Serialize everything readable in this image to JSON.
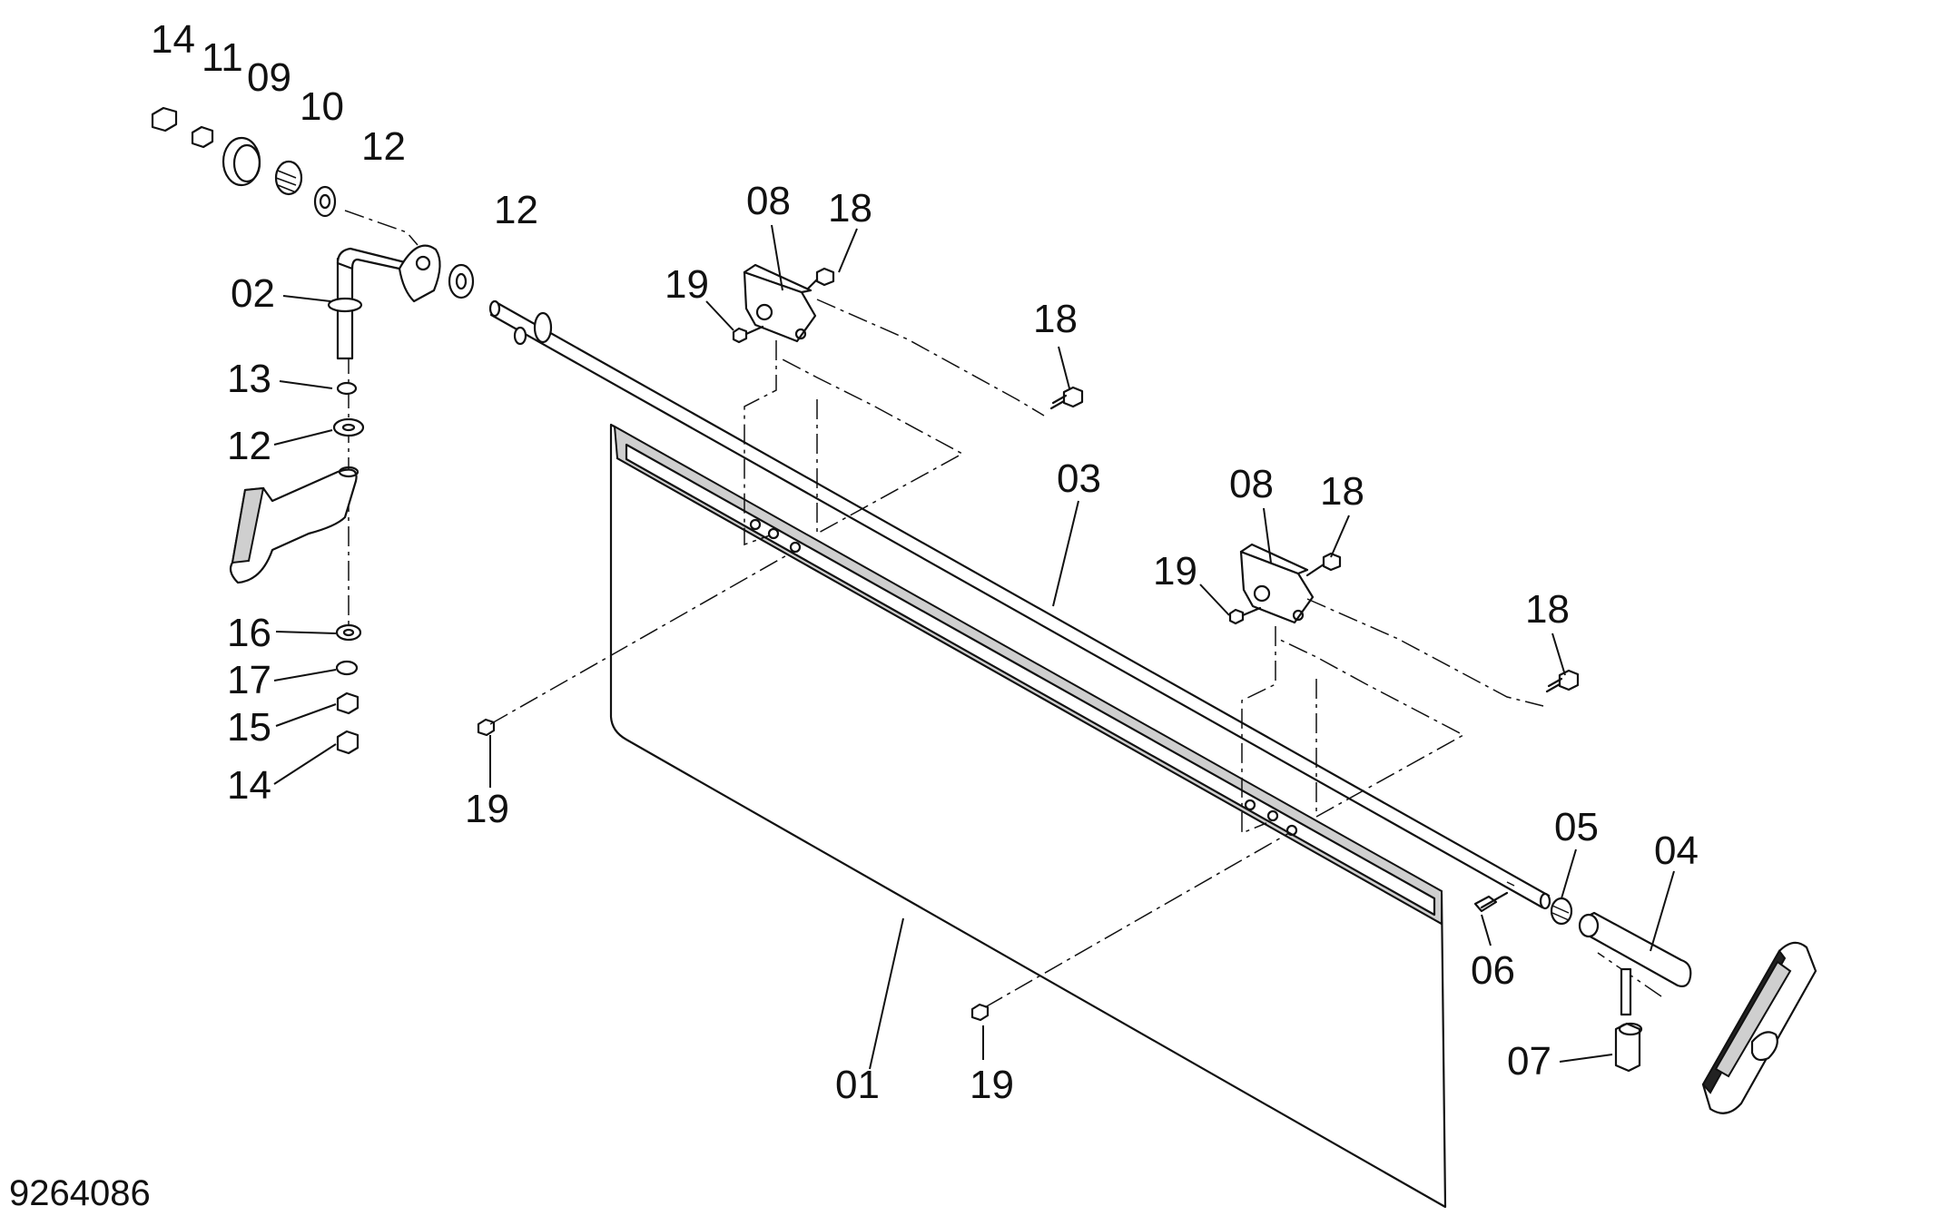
{
  "drawing_number": "9264086",
  "callouts": [
    "14",
    "11",
    "09",
    "10",
    "12",
    "12",
    "02",
    "13",
    "12",
    "16",
    "17",
    "15",
    "14",
    "19",
    "08",
    "18",
    "19",
    "18",
    "03",
    "08",
    "18",
    "19",
    "18",
    "05",
    "04",
    "06",
    "01",
    "19",
    "07"
  ]
}
